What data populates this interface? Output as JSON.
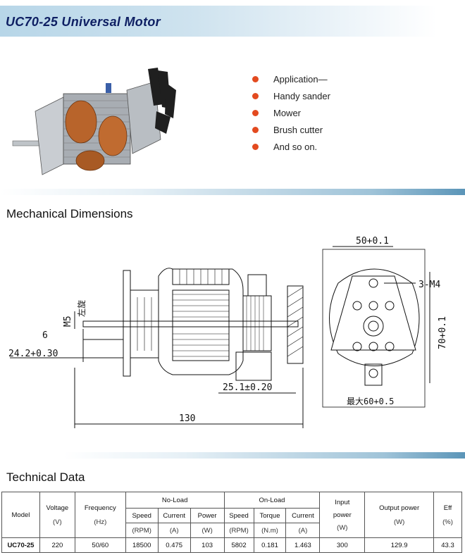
{
  "header": {
    "title": "UC70-25 Universal Motor"
  },
  "applications": [
    "Application—",
    "Handy sander",
    "Mower",
    "Brush cutter",
    "And so on."
  ],
  "sections": {
    "mechanical": "Mechanical Dimensions",
    "technical": "Technical Data"
  },
  "drawing": {
    "m5": "M5",
    "left_turn": "左旋",
    "dim_6": "6",
    "dim_shaft": "24.2+0.30",
    "dim_body": "25.1±0.20",
    "dim_total": "130",
    "dim_top": "50+0.1",
    "dim_holes": "3-M4",
    "dim_height": "70+0.1",
    "dim_max_width": "最大60+0.5"
  },
  "table": {
    "headers": {
      "model": "Model",
      "voltage": "Voltage",
      "voltage_unit": "(V)",
      "frequency": "Frequency",
      "frequency_unit": "(Hz)",
      "no_load": "No-Load",
      "on_load": "On-Load",
      "speed": "Speed",
      "speed_unit": "(RPM)",
      "current": "Current",
      "current_unit": "(A)",
      "power": "Power",
      "power_unit": "(W)",
      "torque": "Torque",
      "torque_unit": "(N.m)",
      "input_power": "Input",
      "input_power_2": "power",
      "input_power_unit": "(W)",
      "output_power": "Output power",
      "output_power_unit": "(W)",
      "eff": "Eff",
      "eff_unit": "(%)"
    },
    "row": {
      "model": "UC70-25",
      "voltage": "220",
      "frequency": "50/60",
      "nl_speed": "18500",
      "nl_current": "0.475",
      "nl_power": "103",
      "ol_speed": "5802",
      "ol_torque": "0.181",
      "ol_current": "1.463",
      "input_power": "300",
      "output_power": "129.9",
      "eff": "43.3"
    }
  },
  "colors": {
    "title": "#0e1f63",
    "bullet": "#e34a1f",
    "bar": "#5b95b8"
  }
}
